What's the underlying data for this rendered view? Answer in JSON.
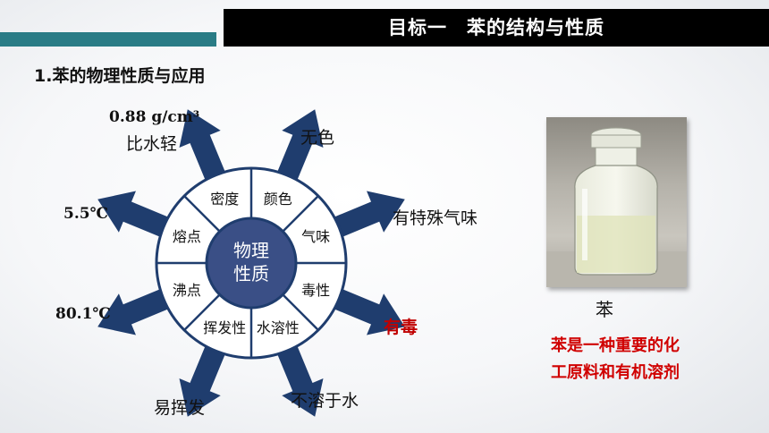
{
  "header": {
    "title": "目标一　苯的结构与性质"
  },
  "section_title": "1.苯的物理性质与应用",
  "wheel": {
    "center": [
      "物理",
      "性质"
    ],
    "segments": [
      "密度",
      "颜色",
      "气味",
      "毒性",
      "水溶性",
      "挥发性",
      "沸点",
      "熔点"
    ]
  },
  "values": {
    "density_value": "0.88 g/cm³",
    "density_desc": "比水轻",
    "color": "无色",
    "odor": "有特殊气味",
    "toxicity": "有毒",
    "solubility": "不溶于水",
    "volatility": "易挥发",
    "boiling_point": "80.1℃",
    "melting_point": "5.5℃"
  },
  "photo": {
    "caption": "苯"
  },
  "note": {
    "line1": "苯是一种重要的化",
    "line2": "工原料和有机溶剂"
  },
  "colors": {
    "arrow": "#1f3d6e",
    "center": "#3a4f86",
    "accent": "#2a7c86",
    "red": "#c00000"
  }
}
